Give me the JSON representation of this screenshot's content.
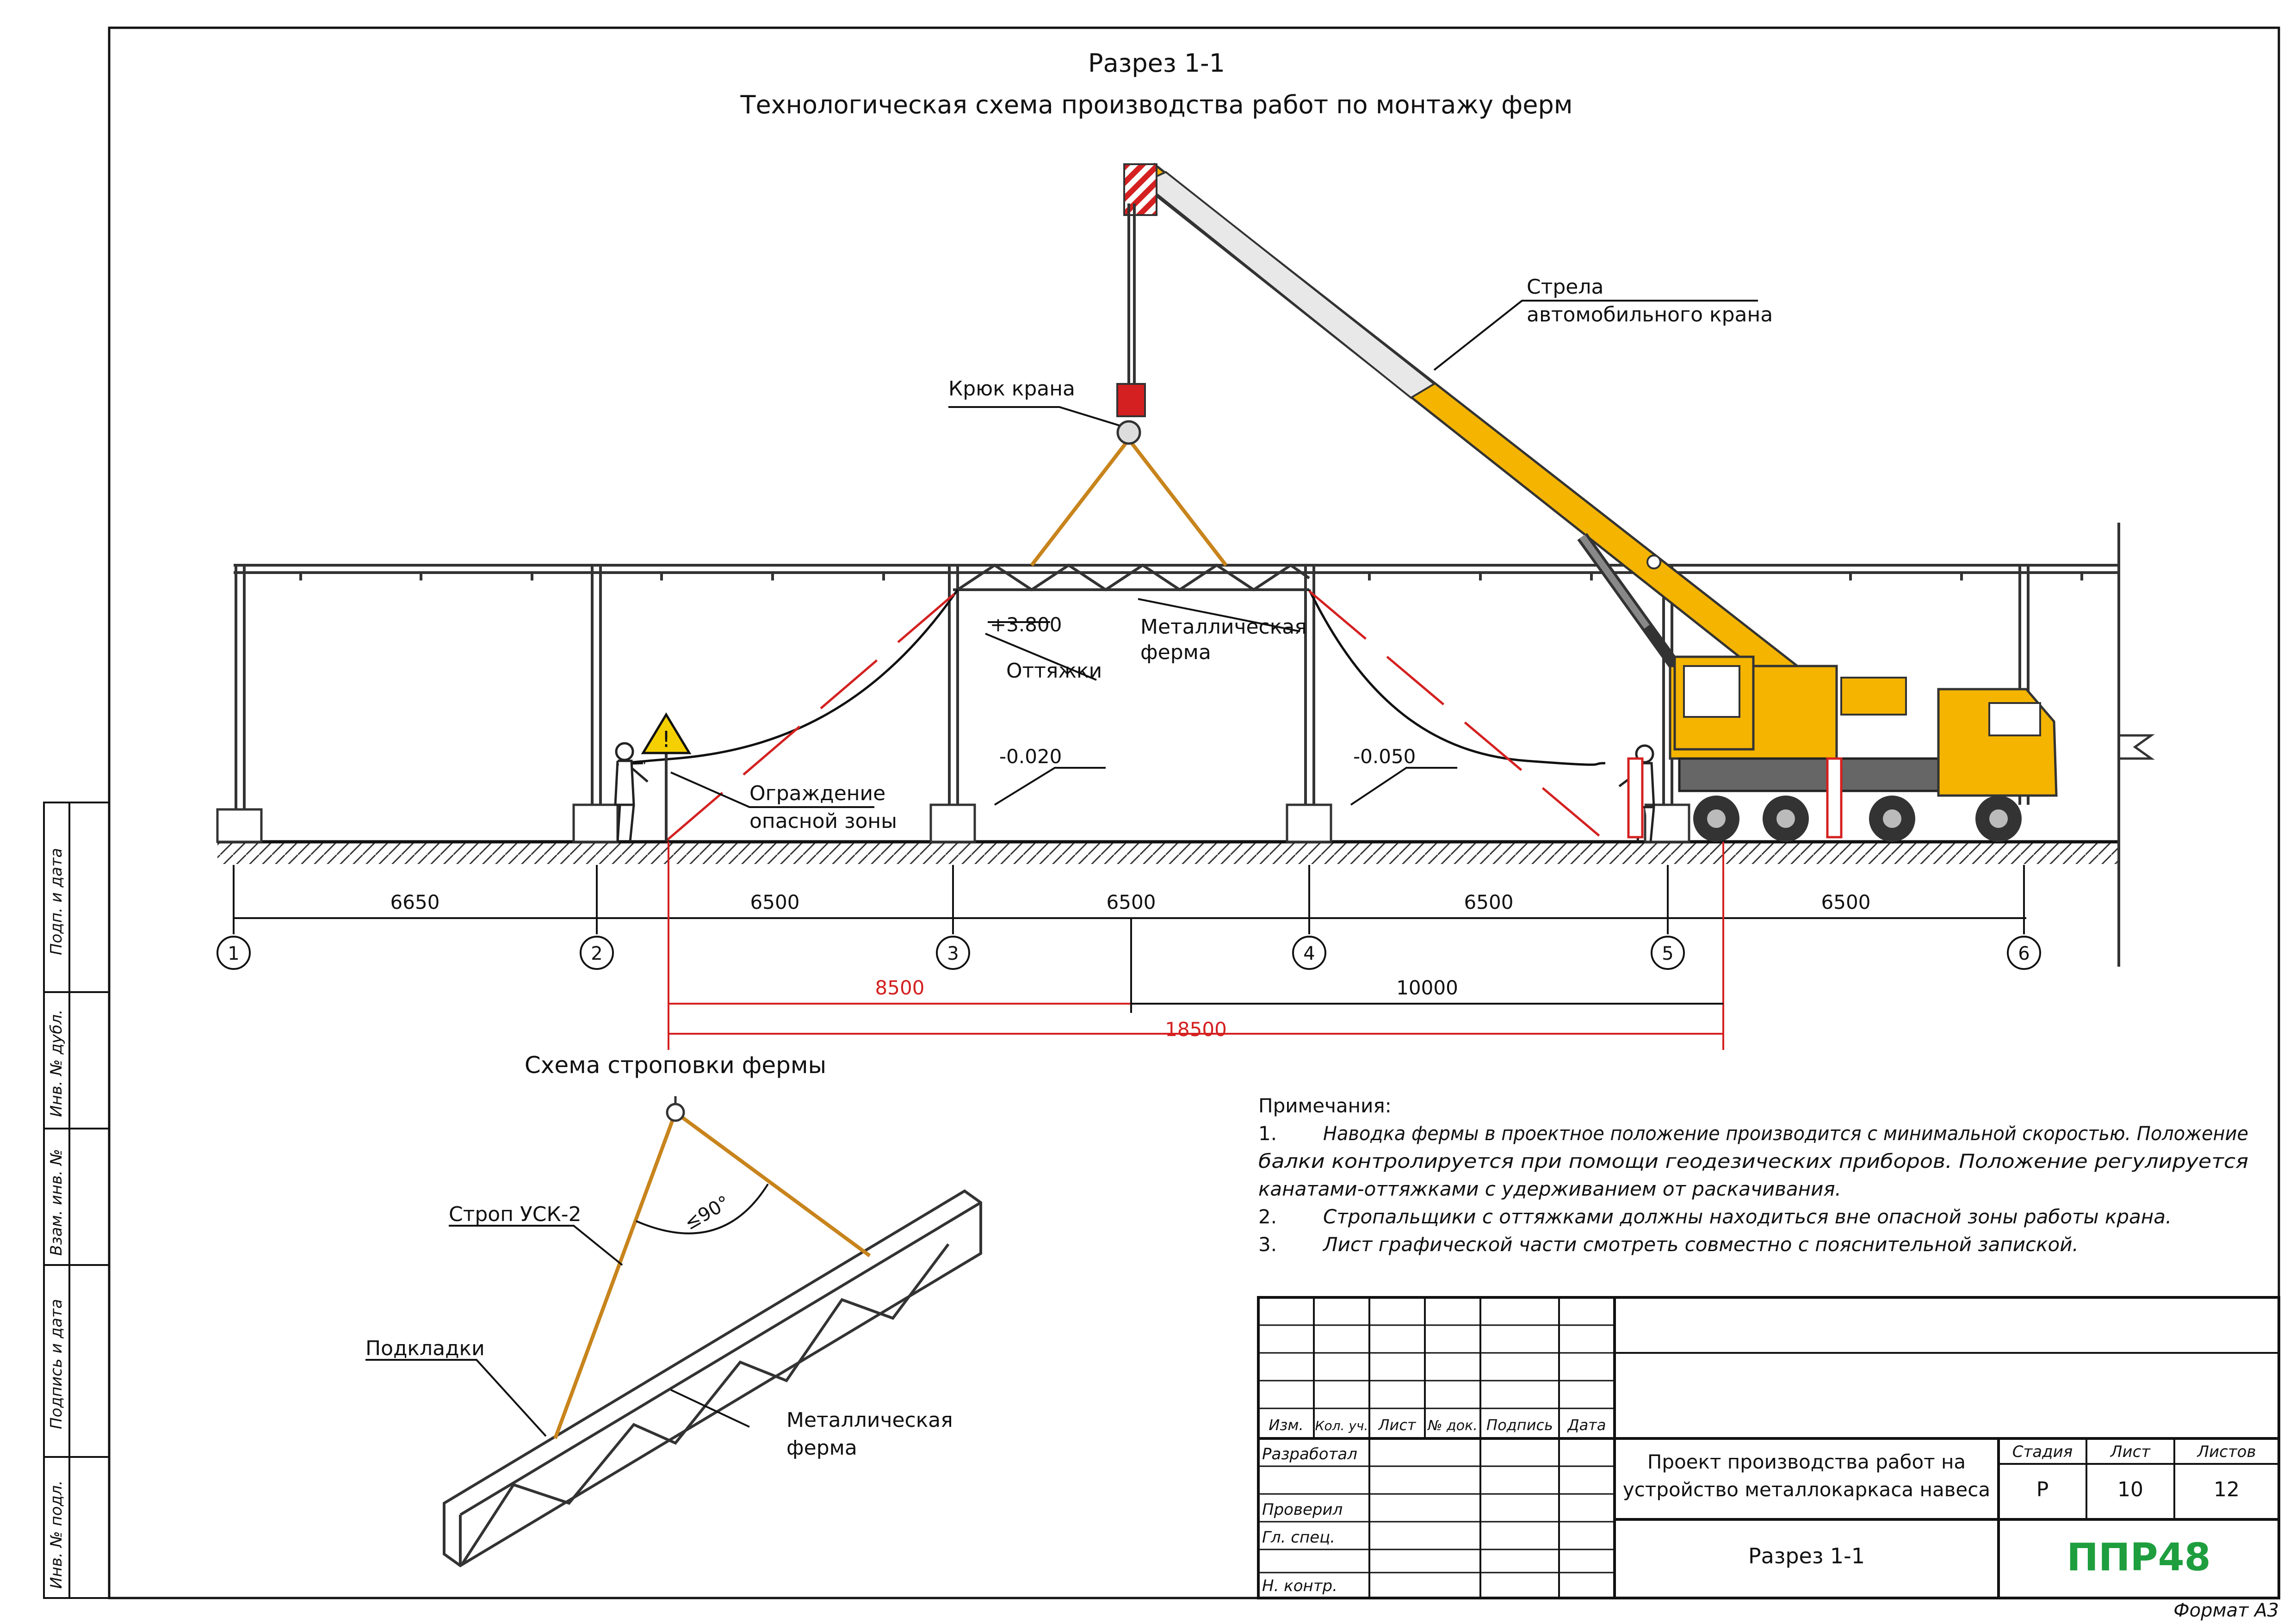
{
  "title": "Разрез 1-1",
  "subtitle": "Технологическая схема производства работ по монтажу ферм",
  "labels": {
    "boom_line1": "Стрела",
    "boom_line2": "автомобильного крана",
    "hook": "Крюк крана",
    "truss_line1": "Металлическая",
    "truss_line2": "ферма",
    "elev_top": "+3.800",
    "guys": "Оттяжки",
    "elev_left": "-0.020",
    "elev_right": "-0.050",
    "fence_line1": "Ограждение",
    "fence_line2": "опасной зоны"
  },
  "spans": [
    "6650",
    "6500",
    "6500",
    "6500",
    "6500"
  ],
  "axes": [
    "1",
    "2",
    "3",
    "4",
    "5",
    "6"
  ],
  "danger_dims": {
    "left": "8500",
    "right": "10000",
    "total": "18500"
  },
  "sling_scheme": {
    "title": "Схема строповки фермы",
    "sling": "Строп УСК-2",
    "angle": "≤90°",
    "pads": "Подкладки",
    "truss_line1": "Металлическая",
    "truss_line2": "ферма"
  },
  "notes": {
    "heading": "Примечания:",
    "items": [
      {
        "num": "1.",
        "lines": [
          "Наводка фермы в проектное положение производится с минимальной скоростью. Положение",
          "балки контролируется при помощи геодезических приборов. Положение регулируется",
          "канатами-оттяжками с удерживанием от раскачивания."
        ]
      },
      {
        "num": "2.",
        "lines": [
          "Стропальщики с оттяжками должны находиться вне опасной зоны работы крана."
        ]
      },
      {
        "num": "3.",
        "lines": [
          "Лист графической части смотреть совместно с пояснительной запиской."
        ]
      }
    ]
  },
  "side_stamp": [
    "Подп. и дата",
    "Инв. № дубл.",
    "Взам. инв. №",
    "Подпись и дата",
    "Инв. № подл."
  ],
  "title_block": {
    "columns": [
      "Изм.",
      "Кол. уч.",
      "Лист",
      "№ док.",
      "Подпись",
      "Дата"
    ],
    "roles": [
      "Разработал",
      "Проверил",
      "Гл. спец.",
      "Н. контр."
    ],
    "project_line1": "Проект производства работ на",
    "project_line2": "устройство металлокаркаса навеса",
    "stage_label": "Стадия",
    "sheet_label": "Лист",
    "sheets_label": "Листов",
    "stage": "Р",
    "sheet": "10",
    "sheets": "12",
    "drawing_name": "Разрез 1-1",
    "logo": "ППР48"
  },
  "format": "Формат А3",
  "colors": {
    "crane_yellow": "#f4b400",
    "danger_red": "#d42020",
    "sling": "#c8841c",
    "logo_green": "#1e9e3e"
  }
}
